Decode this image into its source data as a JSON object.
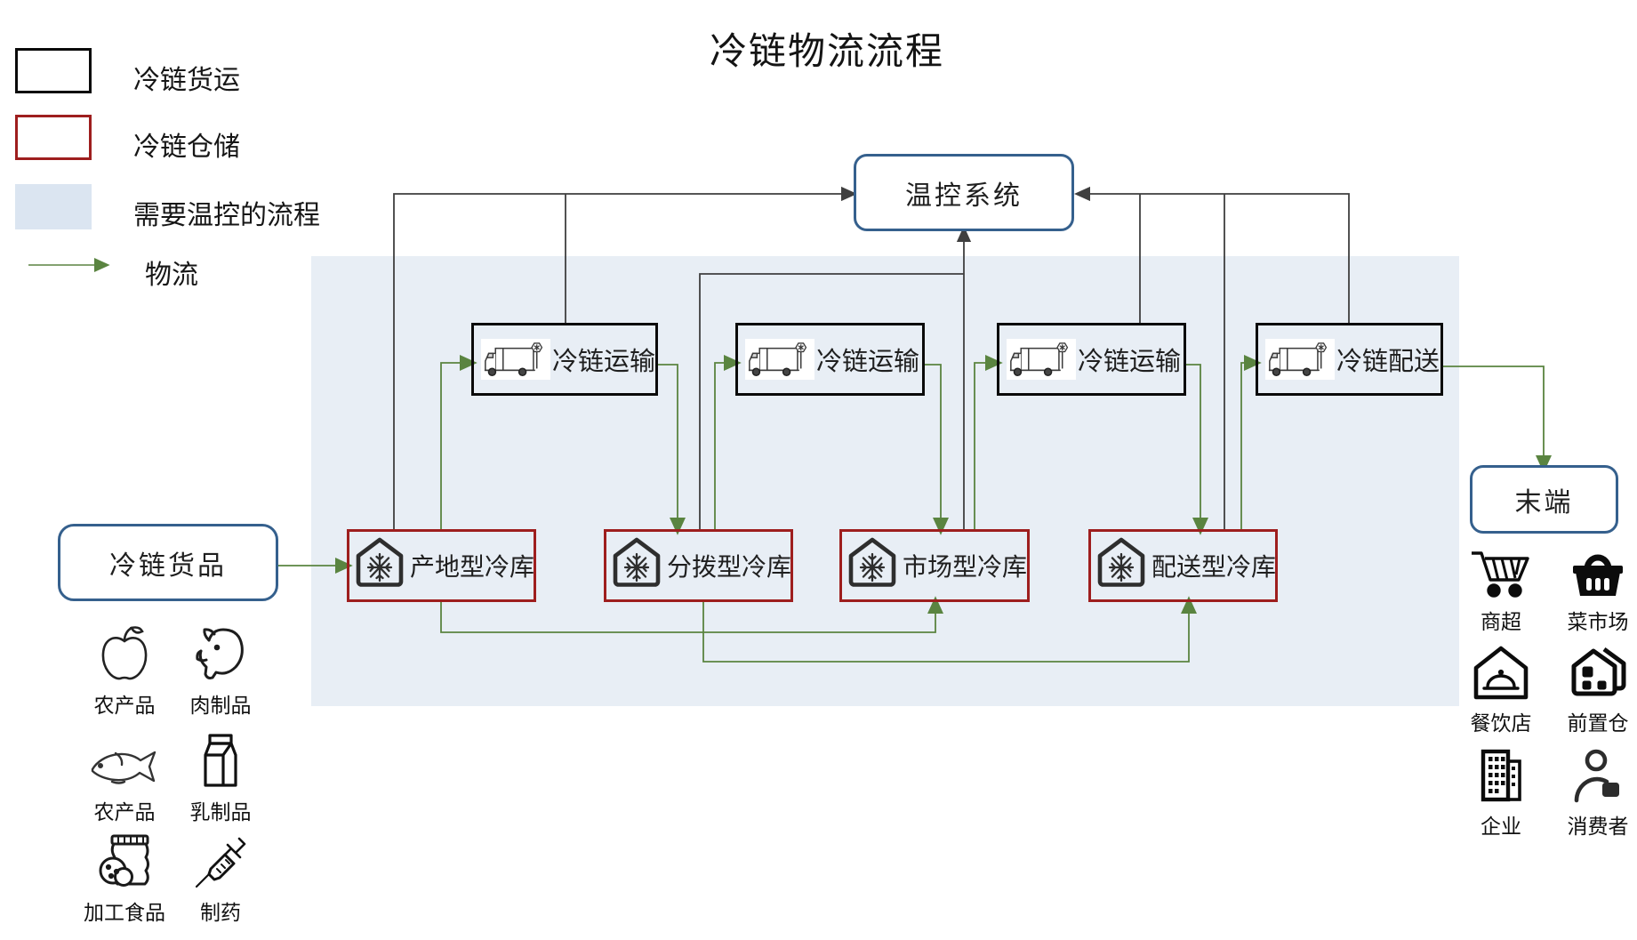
{
  "title": "冷链物流流程",
  "legend": {
    "freight": "冷链货运",
    "storage": "冷链仓储",
    "temp_zone": "需要温控的流程",
    "logistics": "物流"
  },
  "nodes": {
    "temp_system": "温控系统",
    "goods": "冷链货品",
    "terminal": "末端"
  },
  "transports": [
    {
      "label": "冷链运输"
    },
    {
      "label": "冷链运输"
    },
    {
      "label": "冷链运输"
    },
    {
      "label": "冷链配送"
    }
  ],
  "warehouses": [
    {
      "label": "产地型冷库"
    },
    {
      "label": "分拨型冷库"
    },
    {
      "label": "市场型冷库"
    },
    {
      "label": "配送型冷库"
    }
  ],
  "products": [
    {
      "icon": "apple-icon",
      "label": "农产品"
    },
    {
      "icon": "pig-icon",
      "label": "肉制品"
    },
    {
      "icon": "fish-icon",
      "label": "农产品"
    },
    {
      "icon": "milk-icon",
      "label": "乳制品"
    },
    {
      "icon": "snack-icon",
      "label": "加工食品"
    },
    {
      "icon": "syringe-icon",
      "label": "制药"
    }
  ],
  "endpoints": [
    {
      "icon": "cart-icon",
      "label": "商超"
    },
    {
      "icon": "basket-icon",
      "label": "菜市场"
    },
    {
      "icon": "restaurant-icon",
      "label": "餐饮店"
    },
    {
      "icon": "forward-warehouse-icon",
      "label": "前置仓"
    },
    {
      "icon": "building-icon",
      "label": "企业"
    },
    {
      "icon": "consumer-icon",
      "label": "消费者"
    }
  ],
  "colors": {
    "flow_green": "#5a8440",
    "wire_black": "#3f3f3f",
    "node_blue_border": "#35608d",
    "warehouse_red": "#9e1e1e",
    "freight_black": "#0a0a0a",
    "temp_zone_fill": "#e8eef5",
    "legend_zone_fill": "#dbe5f1"
  }
}
